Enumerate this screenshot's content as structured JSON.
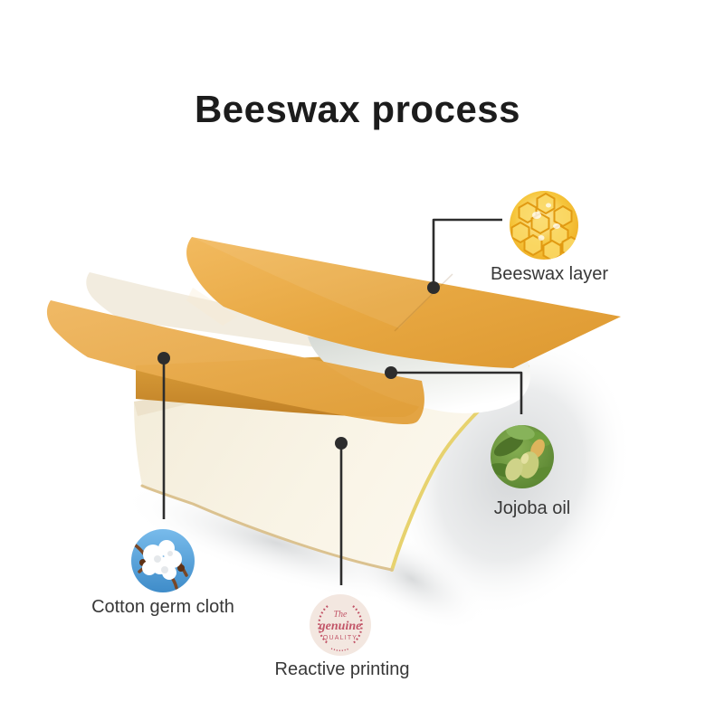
{
  "title": "Beeswax process",
  "callouts": {
    "beeswax": {
      "label": "Beeswax layer",
      "image": "honeycomb-photo"
    },
    "jojoba": {
      "label": "Jojoba oil",
      "image": "jojoba-fruit-photo"
    },
    "cotton": {
      "label": "Cotton germ cloth",
      "image": "cotton-boll-photo"
    },
    "reactive": {
      "label": "Reactive printing",
      "image": "quality-stamp-photo",
      "stamp": {
        "word1": "The",
        "word2": "genuine",
        "word3": "QUALITY"
      }
    }
  },
  "colors": {
    "beeswax_orange": "#E8A744",
    "cream_cloth": "#F4EEDE",
    "honey_gold": "#F5C33B",
    "callout_line": "#2D2D2D",
    "stamp_ink": "#C25568",
    "cotton_sky": "#5AA6DE",
    "jojoba_green": "#6E9B42",
    "text_dark": "#1F1F1F"
  }
}
